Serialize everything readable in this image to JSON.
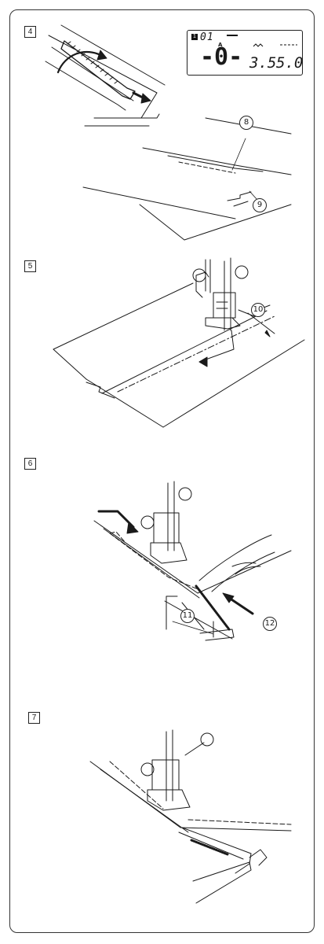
{
  "steps": [
    {
      "number": "4"
    },
    {
      "number": "5"
    },
    {
      "number": "6"
    },
    {
      "number": "7"
    }
  ],
  "lcd": {
    "badge": "1",
    "pattern": "01",
    "mode": "A",
    "position": "-0-",
    "width": "3.5",
    "length": "5.0"
  },
  "callouts": {
    "c8": "8",
    "c9": "9",
    "c10": "10",
    "c11": "11",
    "c12": "12"
  },
  "colors": {
    "line": "#1a1a1a",
    "background": "#ffffff"
  }
}
